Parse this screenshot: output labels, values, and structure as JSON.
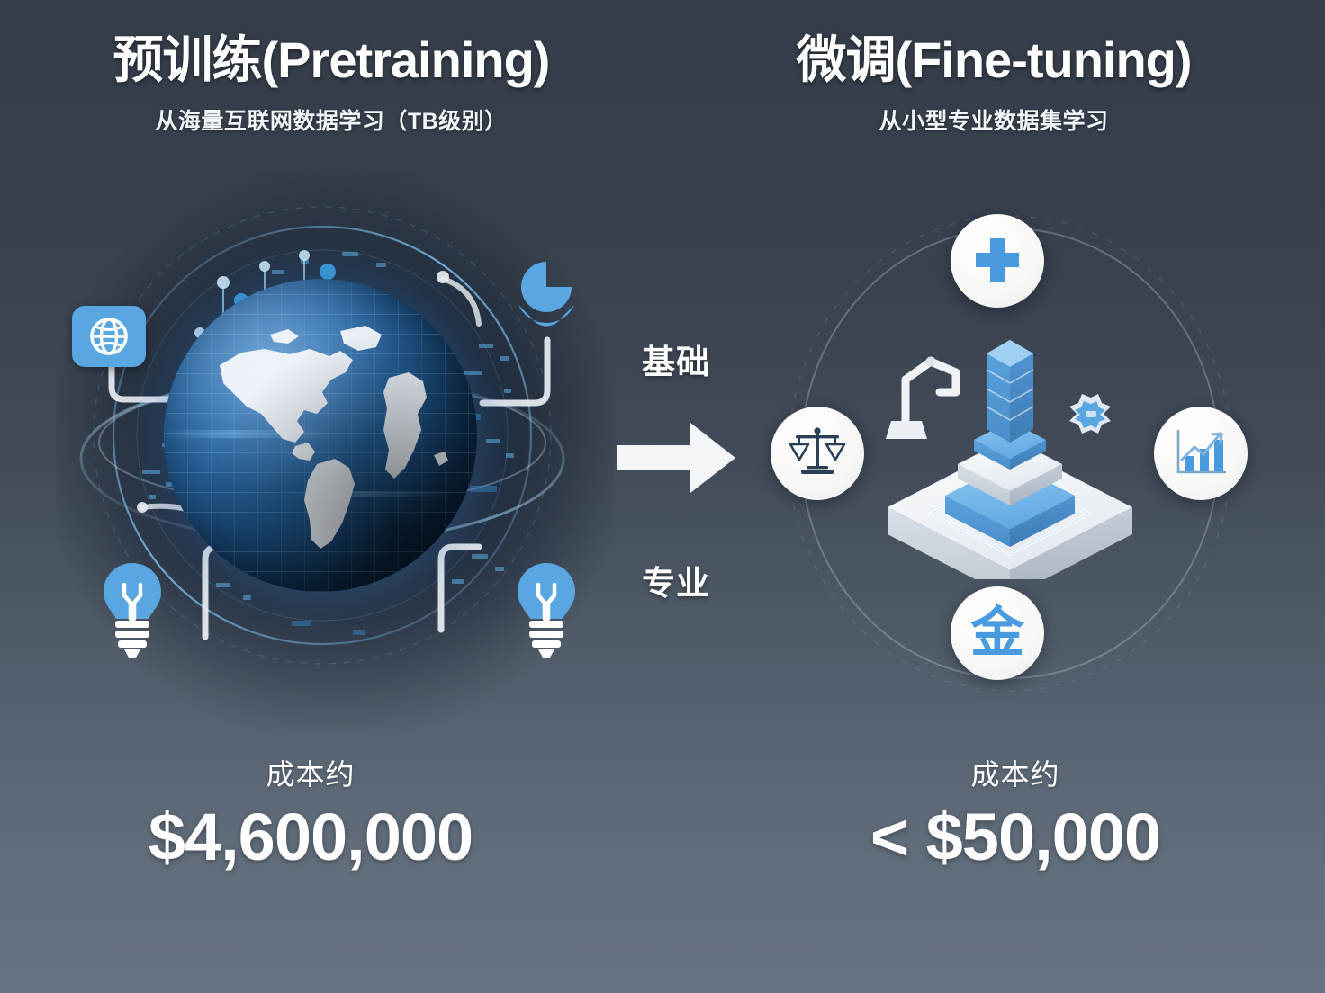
{
  "slide": {
    "background_top_color": "#343d49",
    "background_bottom_color": "#677280",
    "accent_blue": "#5aa6e0",
    "text_color": "#ffffff"
  },
  "left_column": {
    "title": "预训练(Pretraining)",
    "subtitle": "从海量互联网数据学习（TB级别）",
    "illustration": {
      "name": "tech-globe-network",
      "icons": [
        {
          "name": "globe-square-icon",
          "label": "globe"
        },
        {
          "name": "pie-chart-icon",
          "label": "data"
        },
        {
          "name": "lightbulb-left-icon",
          "label": "idea"
        },
        {
          "name": "lightbulb-right-icon",
          "label": "idea"
        }
      ]
    },
    "cost_label": "成本约",
    "cost_value": "$4,600,000"
  },
  "center": {
    "top_label": "基础",
    "bottom_label": "专业",
    "arrow": "right-arrow"
  },
  "right_column": {
    "title": "微调(Fine-tuning)",
    "subtitle": "从小型专业数据集学习",
    "illustration": {
      "name": "domain-specialization-ring",
      "icons": [
        {
          "name": "medical-cross-icon",
          "position": "top",
          "glyph": "",
          "domain": "medical"
        },
        {
          "name": "scales-of-justice-icon",
          "position": "left",
          "glyph": "",
          "domain": "legal"
        },
        {
          "name": "bar-chart-growth-icon",
          "position": "right",
          "glyph": "",
          "domain": "analytics"
        },
        {
          "name": "finance-gold-icon",
          "position": "bottom",
          "glyph": "金",
          "domain": "finance"
        }
      ],
      "center_object": "isometric-platform-tower"
    },
    "cost_label": "成本约",
    "cost_value": "< $50,000"
  }
}
